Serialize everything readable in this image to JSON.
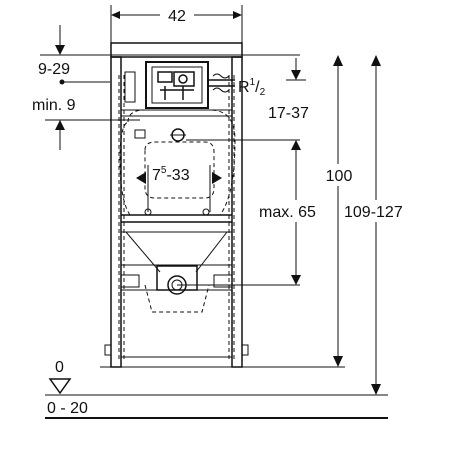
{
  "dimensions": {
    "top_width": "42",
    "top_offset": "9-29",
    "min_offset": "min. 9",
    "pipe_thread_main": "R",
    "pipe_thread_frac_num": "1",
    "pipe_thread_frac_den": "2",
    "connection_height": "17-37",
    "flush_span_main": "7",
    "flush_span_sup": "5",
    "flush_span_rest": "-33",
    "frame_height": "100",
    "max_height": "max. 65",
    "total_height": "109-127",
    "floor_level": "0",
    "floor_range": "0 - 20"
  },
  "colors": {
    "line": "#111111",
    "background": "#ffffff"
  }
}
